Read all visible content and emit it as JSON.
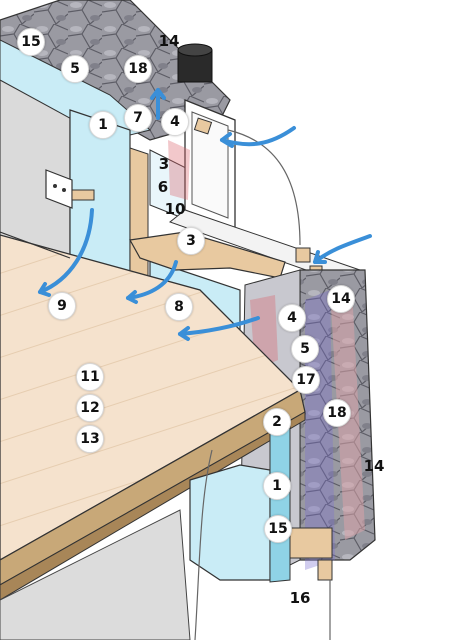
{
  "labels": [
    {
      "text": "15",
      "style": "badge"
    },
    {
      "text": "14",
      "style": "plain"
    },
    {
      "text": "5",
      "style": "badge"
    },
    {
      "text": "18",
      "style": "badge"
    },
    {
      "text": "1",
      "style": "badge"
    },
    {
      "text": "7",
      "style": "badge"
    },
    {
      "text": "4",
      "style": "badge"
    },
    {
      "text": "3",
      "style": "plain"
    },
    {
      "text": "6",
      "style": "plain"
    },
    {
      "text": "10",
      "style": "plain"
    },
    {
      "text": "3",
      "style": "badge"
    },
    {
      "text": "9",
      "style": "badge"
    },
    {
      "text": "8",
      "style": "badge"
    },
    {
      "text": "14",
      "style": "badge"
    },
    {
      "text": "4",
      "style": "badge"
    },
    {
      "text": "5",
      "style": "badge"
    },
    {
      "text": "17",
      "style": "badge"
    },
    {
      "text": "11",
      "style": "badge"
    },
    {
      "text": "12",
      "style": "badge"
    },
    {
      "text": "13",
      "style": "badge"
    },
    {
      "text": "2",
      "style": "badge"
    },
    {
      "text": "18",
      "style": "badge"
    },
    {
      "text": "14",
      "style": "plain"
    },
    {
      "text": "1",
      "style": "badge"
    },
    {
      "text": "15",
      "style": "badge"
    },
    {
      "text": "16",
      "style": "plain"
    }
  ],
  "colors": {
    "stone": "#8e8e96",
    "stone_light": "#b8b8c0",
    "insulation": "#c9ecf6",
    "insulation_dark": "#8fd3e6",
    "floor": "#f5e2cd",
    "floor_edge": "#c8a878",
    "timber": "#e8c9a0",
    "wall_plaster": "#dcdcdc",
    "airflow_arrow": "#3a8fd8",
    "moisture": "#7a6fd0",
    "damp_stain": "#d9606a"
  },
  "icons": [
    "airflow-arrow-icon",
    "vent-pipe-icon",
    "power-socket-icon"
  ]
}
